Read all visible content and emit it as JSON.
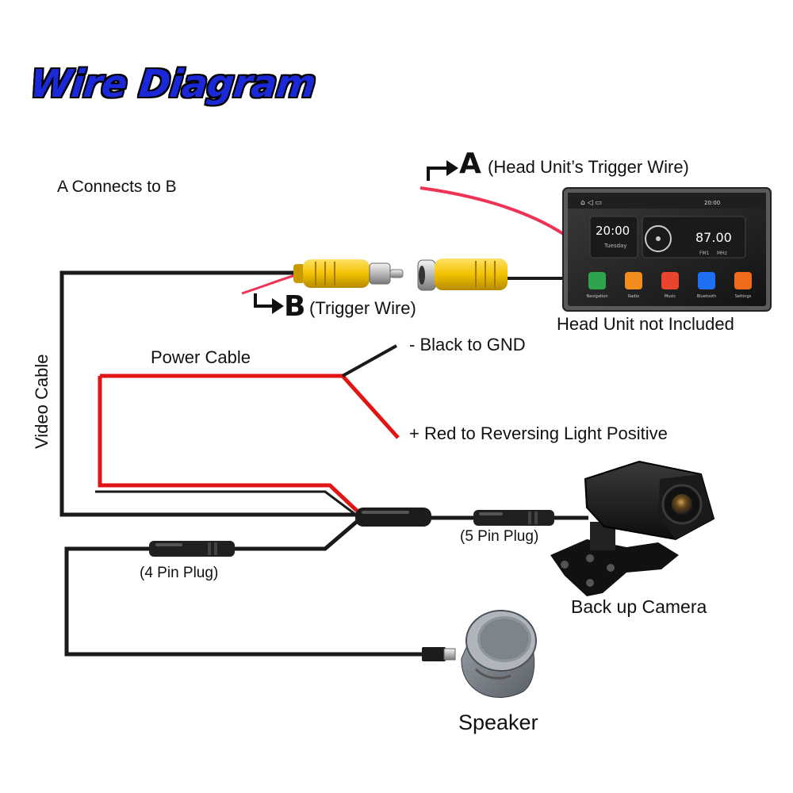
{
  "title": "Wire Diagram",
  "labels": {
    "a_connects_b": "A Connects to B",
    "a_letter": "A",
    "a_text": "(Head Unit’s Trigger Wire)",
    "b_letter": "B",
    "b_text": "(Trigger Wire)",
    "head_unit_note": "Head Unit not Included",
    "video_cable": "Video Cable",
    "power_cable": "Power Cable",
    "black_gnd": "- Black to GND",
    "red_positive": "+ Red to Reversing Light Positive",
    "five_pin": "(5 Pin Plug)",
    "four_pin": "(4 Pin Plug)",
    "camera": "Back up Camera",
    "speaker": "Speaker"
  },
  "head_unit": {
    "time": "20:00",
    "day": "Tuesday",
    "freq": "87.00",
    "band": "FM1",
    "unit": "MHz",
    "status_time": "20:00",
    "apps": [
      "Navigation",
      "Radio",
      "Music",
      "Bluetooth",
      "Settings"
    ]
  },
  "colors": {
    "title": "#1b28d8",
    "wire_black": "#1a1a1a",
    "wire_red": "#e01515",
    "trigger_pink": "#ee3355",
    "rca_yellow": "#f2c200"
  }
}
